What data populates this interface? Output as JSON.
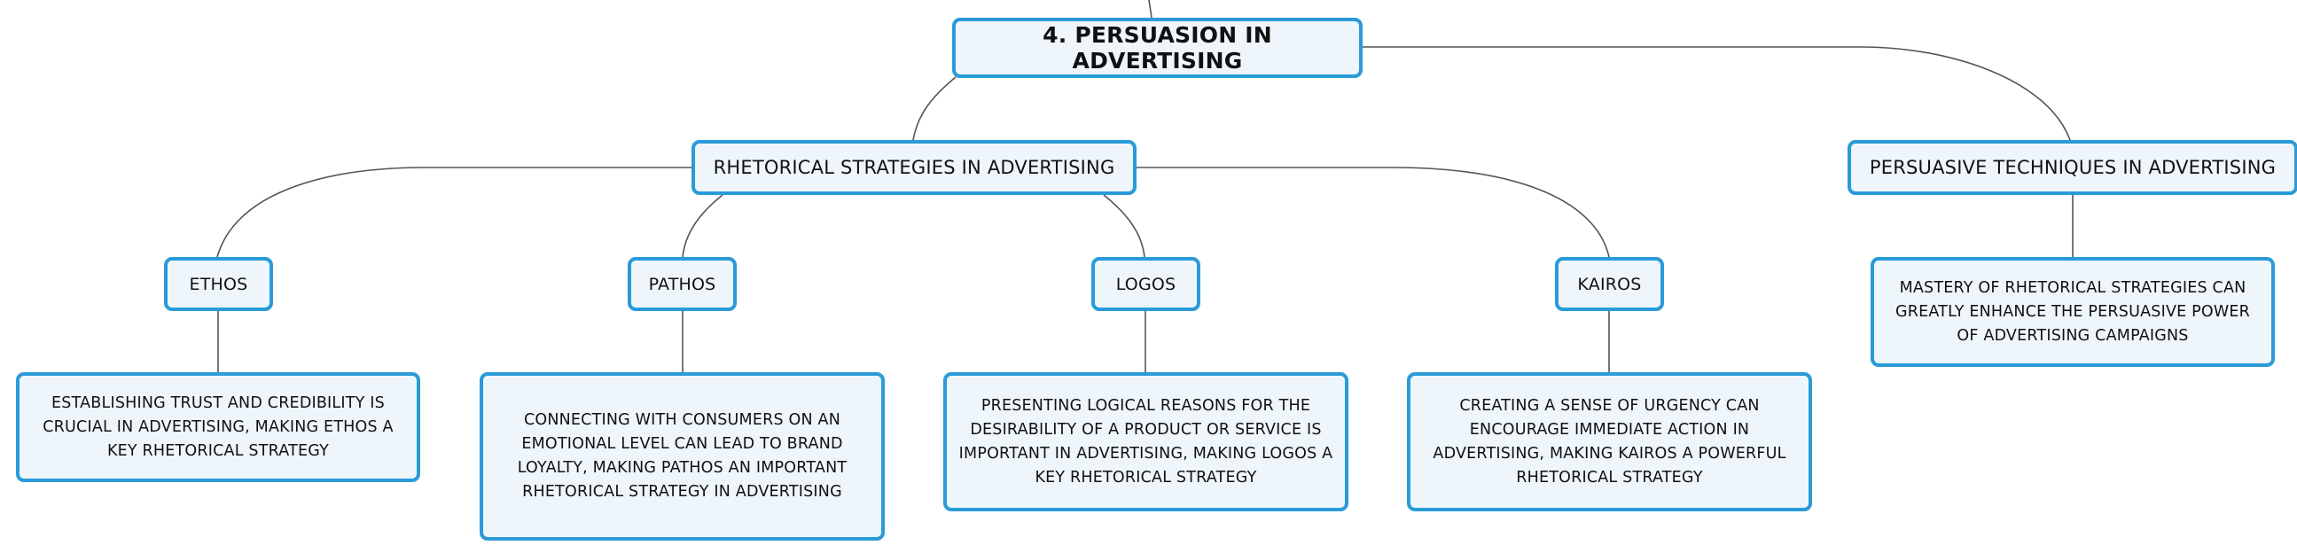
{
  "root": {
    "label": "4. PERSUASION IN ADVERTISING"
  },
  "branches": [
    {
      "label": "RHETORICAL STRATEGIES IN ADVERTISING",
      "children": [
        {
          "label": "ETHOS",
          "detail": "ESTABLISHING TRUST AND CREDIBILITY IS CRUCIAL IN ADVERTISING, MAKING ETHOS A KEY RHETORICAL STRATEGY"
        },
        {
          "label": "PATHOS",
          "detail": "CONNECTING WITH CONSUMERS ON AN EMOTIONAL LEVEL CAN LEAD TO BRAND LOYALTY, MAKING PATHOS AN IMPORTANT RHETORICAL STRATEGY IN ADVERTISING"
        },
        {
          "label": "LOGOS",
          "detail": "PRESENTING LOGICAL REASONS FOR THE DESIRABILITY OF A PRODUCT OR SERVICE IS IMPORTANT IN ADVERTISING, MAKING LOGOS A KEY RHETORICAL STRATEGY"
        },
        {
          "label": "KAIROS",
          "detail": "CREATING A SENSE OF URGENCY CAN ENCOURAGE IMMEDIATE ACTION IN ADVERTISING, MAKING KAIROS A POWERFUL RHETORICAL STRATEGY"
        }
      ]
    },
    {
      "label": "PERSUASIVE TECHNIQUES IN ADVERTISING",
      "detail": "MASTERY OF RHETORICAL STRATEGIES CAN GREATLY ENHANCE THE PERSUASIVE POWER OF ADVERTISING CAMPAIGNS"
    }
  ],
  "colors": {
    "node_border": "#2a9bd8",
    "node_fill": "#eef6fc",
    "connector": "#555555"
  }
}
